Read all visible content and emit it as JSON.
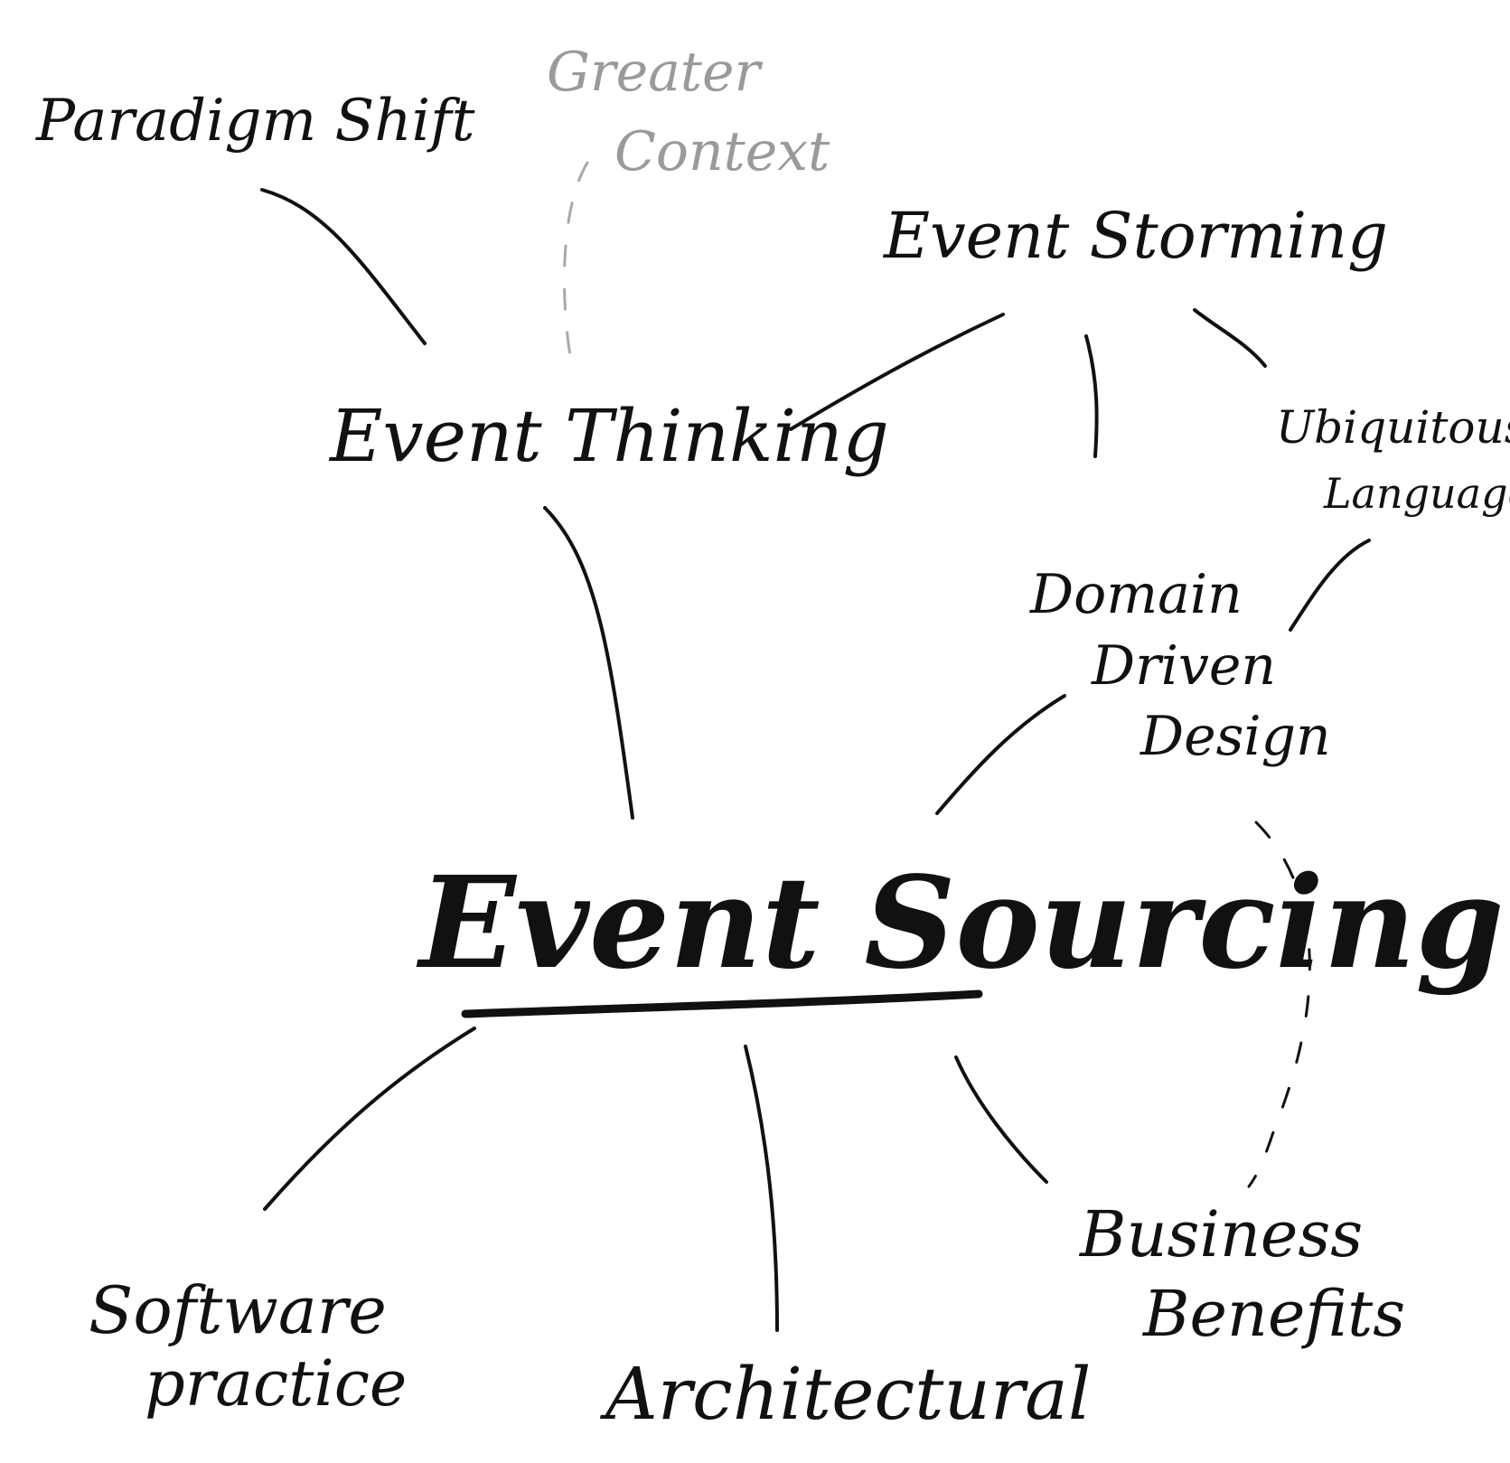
{
  "diagram": {
    "central": {
      "text": "Event Sourcing"
    },
    "nodes": {
      "paradigm_shift": {
        "text": "Paradigm Shift"
      },
      "greater_context": {
        "lines": [
          "Greater",
          "Context"
        ]
      },
      "event_storming": {
        "text": "Event Storming"
      },
      "event_thinking": {
        "text": "Event Thinking"
      },
      "ubiquitous_language": {
        "lines": [
          "Ubiquitous",
          "Language"
        ]
      },
      "domain_driven_design": {
        "lines": [
          "Domain",
          "Driven",
          "Design"
        ]
      },
      "software_practice": {
        "lines": [
          "Software",
          "practice"
        ]
      },
      "architectural": {
        "text": "Architectural"
      },
      "business_benefits": {
        "lines": [
          "Business",
          "Benefits"
        ]
      }
    },
    "colors": {
      "ink": "#111111",
      "faded": "#9a9a9a"
    }
  }
}
